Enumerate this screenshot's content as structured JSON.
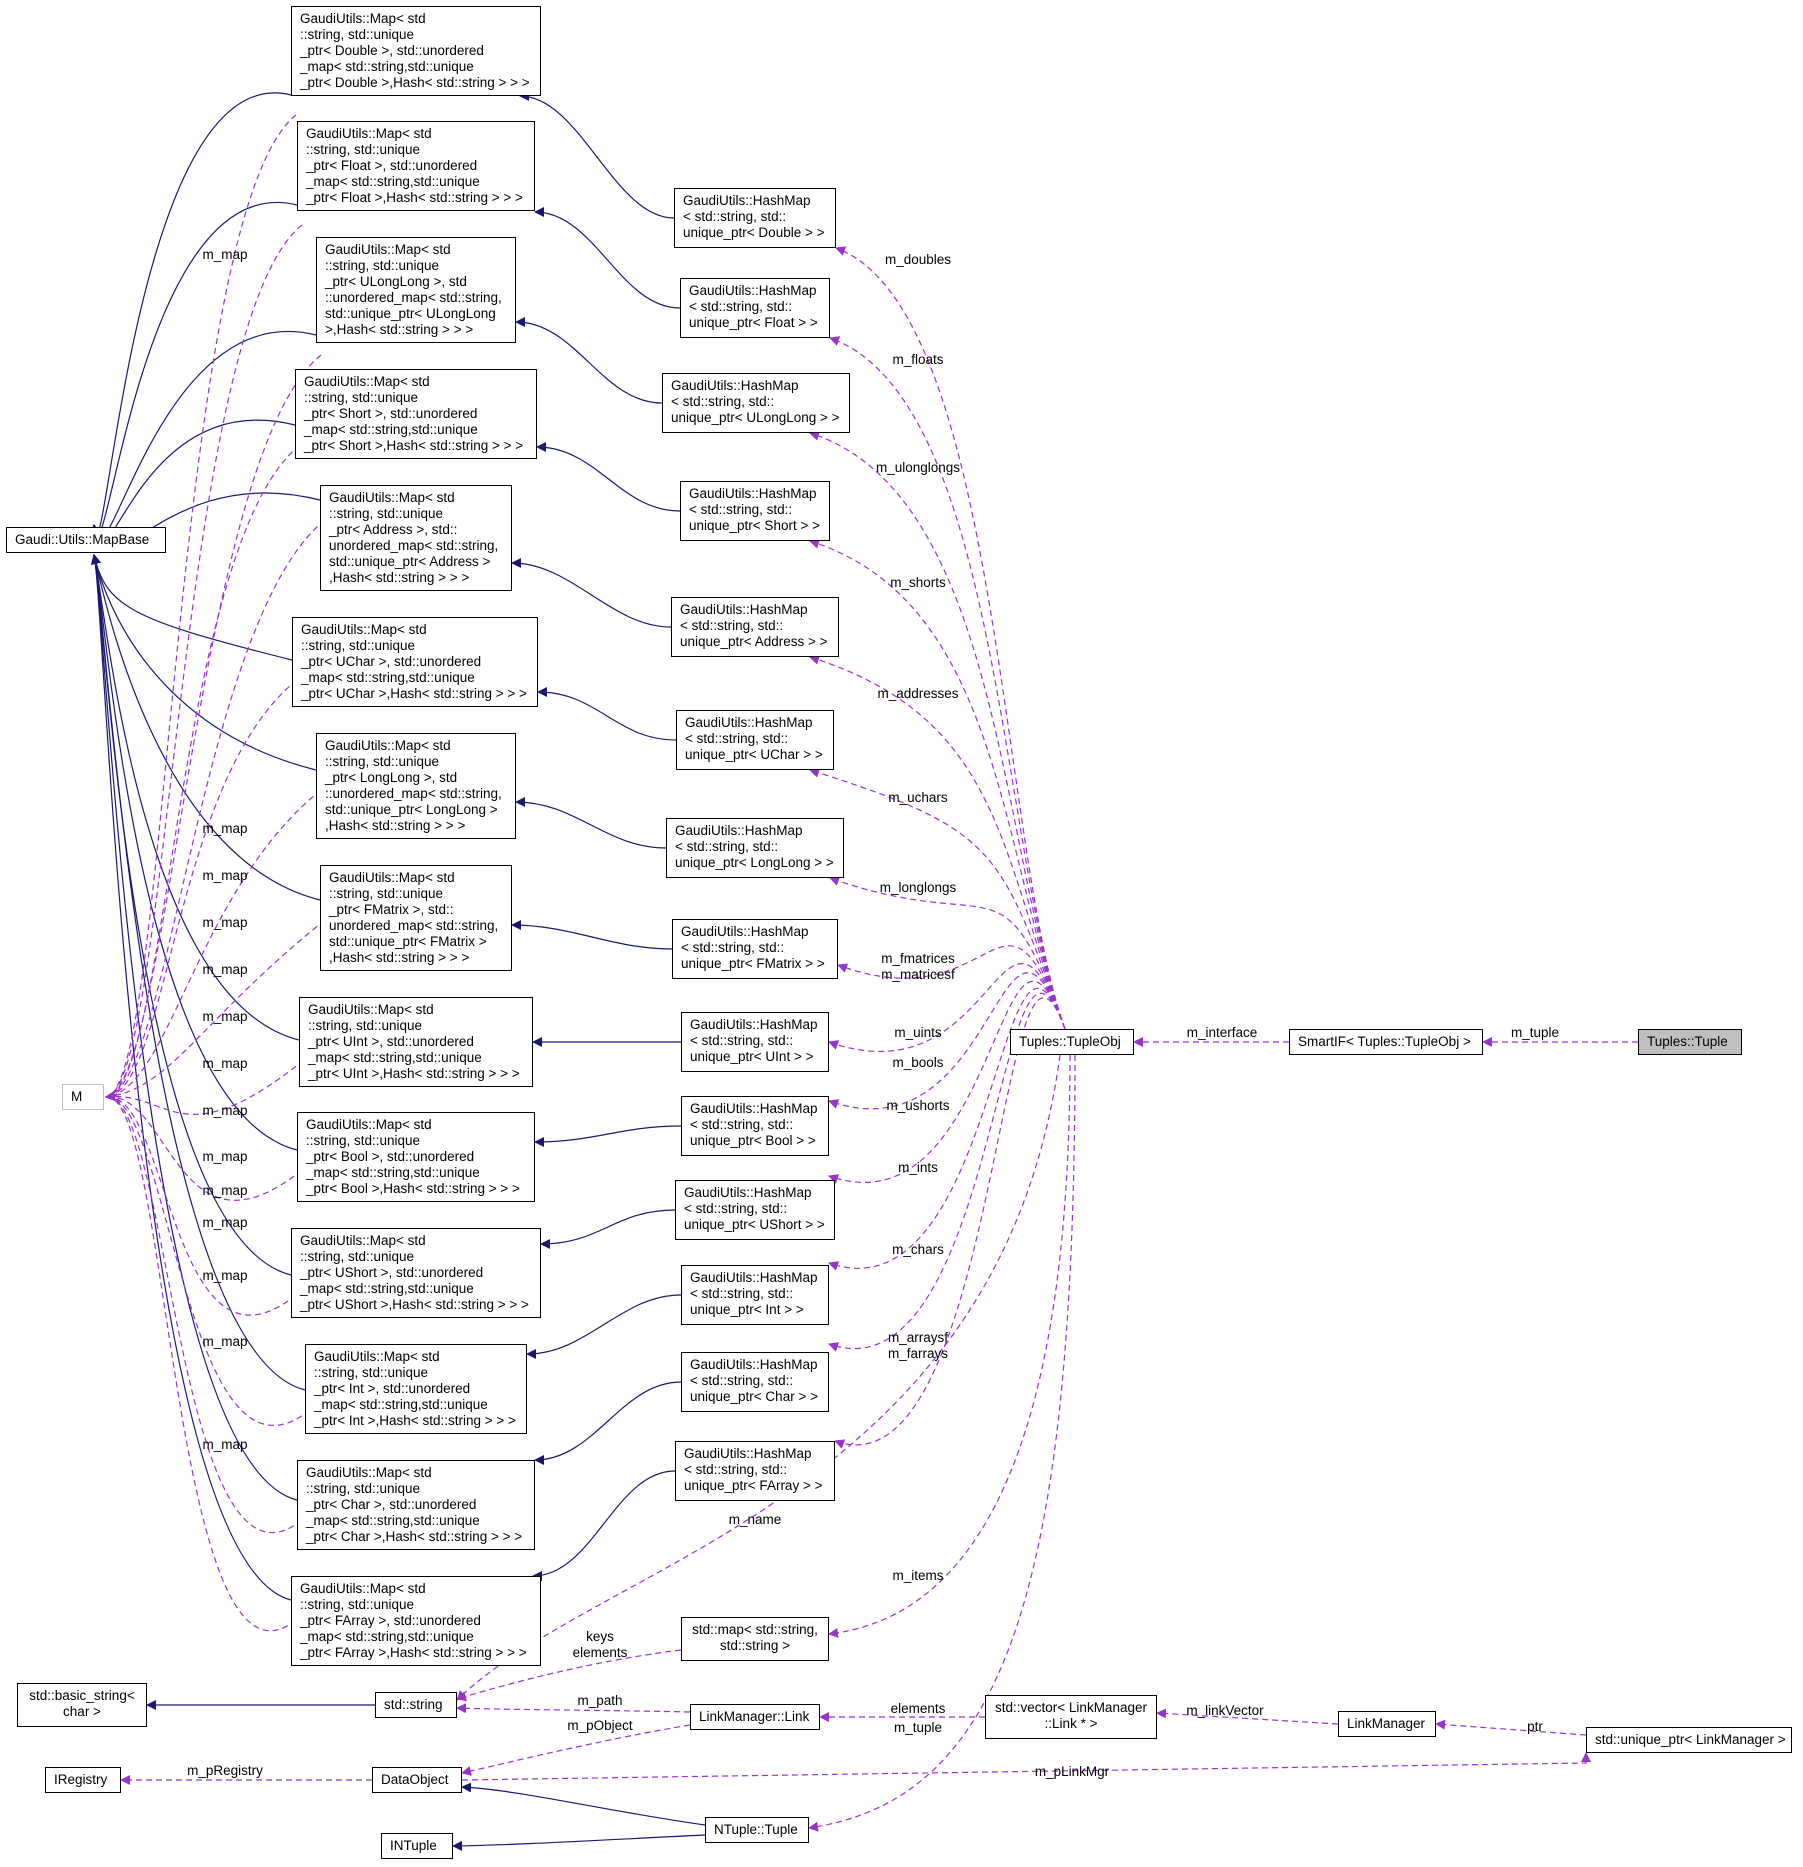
{
  "nodes": {
    "mapbase": "Gaudi::Utils::MapBase",
    "m": "M",
    "map_double": "GaudiUtils::Map< std\n::string, std::unique\n_ptr< Double >, std::unordered\n_map< std::string,std::unique\n_ptr< Double >,Hash< std::string > > >",
    "map_float": "GaudiUtils::Map< std\n::string, std::unique\n_ptr< Float >, std::unordered\n_map< std::string,std::unique\n_ptr< Float >,Hash< std::string > > >",
    "map_ulonglong": "GaudiUtils::Map< std\n::string, std::unique\n_ptr< ULongLong >, std\n::unordered_map< std::string,\nstd::unique_ptr< ULongLong\n>,Hash< std::string > > >",
    "map_short": "GaudiUtils::Map< std\n::string, std::unique\n_ptr< Short >, std::unordered\n_map< std::string,std::unique\n_ptr< Short >,Hash< std::string > > >",
    "map_address": "GaudiUtils::Map< std\n::string, std::unique\n_ptr< Address >, std::\nunordered_map< std::string,\nstd::unique_ptr< Address >\n,Hash< std::string > > >",
    "map_uchar": "GaudiUtils::Map< std\n::string, std::unique\n_ptr< UChar >, std::unordered\n_map< std::string,std::unique\n_ptr< UChar >,Hash< std::string > > >",
    "map_longlong": "GaudiUtils::Map< std\n::string, std::unique\n_ptr< LongLong >, std\n::unordered_map< std::string,\nstd::unique_ptr< LongLong >\n,Hash< std::string > > >",
    "map_fmatrix": "GaudiUtils::Map< std\n::string, std::unique\n_ptr< FMatrix >, std::\nunordered_map< std::string,\nstd::unique_ptr< FMatrix >\n,Hash< std::string > > >",
    "map_uint": "GaudiUtils::Map< std\n::string, std::unique\n_ptr< UInt >, std::unordered\n_map< std::string,std::unique\n_ptr< UInt >,Hash< std::string > > >",
    "map_bool": "GaudiUtils::Map< std\n::string, std::unique\n_ptr< Bool >, std::unordered\n_map< std::string,std::unique\n_ptr< Bool >,Hash< std::string > > >",
    "map_ushort": "GaudiUtils::Map< std\n::string, std::unique\n_ptr< UShort >, std::unordered\n_map< std::string,std::unique\n_ptr< UShort >,Hash< std::string > > >",
    "map_int": "GaudiUtils::Map< std\n::string, std::unique\n_ptr< Int >, std::unordered\n_map< std::string,std::unique\n_ptr< Int >,Hash< std::string > > >",
    "map_char": "GaudiUtils::Map< std\n::string, std::unique\n_ptr< Char >, std::unordered\n_map< std::string,std::unique\n_ptr< Char >,Hash< std::string > > >",
    "map_farray": "GaudiUtils::Map< std\n::string, std::unique\n_ptr< FArray >, std::unordered\n_map< std::string,std::unique\n_ptr< FArray >,Hash< std::string > > >",
    "hm_double": "GaudiUtils::HashMap\n< std::string, std::\nunique_ptr< Double > >",
    "hm_float": "GaudiUtils::HashMap\n< std::string, std::\nunique_ptr< Float > >",
    "hm_ulonglong": "GaudiUtils::HashMap\n< std::string, std::\nunique_ptr< ULongLong > >",
    "hm_short": "GaudiUtils::HashMap\n< std::string, std::\nunique_ptr< Short > >",
    "hm_address": "GaudiUtils::HashMap\n< std::string, std::\nunique_ptr< Address > >",
    "hm_uchar": "GaudiUtils::HashMap\n< std::string, std::\nunique_ptr< UChar > >",
    "hm_longlong": "GaudiUtils::HashMap\n< std::string, std::\nunique_ptr< LongLong > >",
    "hm_fmatrix": "GaudiUtils::HashMap\n< std::string, std::\nunique_ptr< FMatrix > >",
    "hm_uint": "GaudiUtils::HashMap\n< std::string, std::\nunique_ptr< UInt > >",
    "hm_bool": "GaudiUtils::HashMap\n< std::string, std::\nunique_ptr< Bool > >",
    "hm_ushort": "GaudiUtils::HashMap\n< std::string, std::\nunique_ptr< UShort > >",
    "hm_int": "GaudiUtils::HashMap\n< std::string, std::\nunique_ptr< Int > >",
    "hm_char": "GaudiUtils::HashMap\n< std::string, std::\nunique_ptr< Char > >",
    "hm_farray": "GaudiUtils::HashMap\n< std::string, std::\nunique_ptr< FArray > >",
    "stdmap": "std::map< std::string,\nstd::string >",
    "basic_string": "std::basic_string<\nchar >",
    "string": "std::string",
    "lm_link": "LinkManager::Link",
    "vec_link": "std::vector< LinkManager\n::Link * >",
    "linkmanager": "LinkManager",
    "uptr_lm": "std::unique_ptr< LinkManager >",
    "iregistry": "IRegistry",
    "dataobject": "DataObject",
    "inTuple": "INTuple",
    "ntuple": "NTuple::Tuple",
    "tupleobj": "Tuples::TupleObj",
    "smartif": "SmartIF< Tuples::TupleObj >",
    "tuple": "Tuples::Tuple"
  },
  "edge_labels": {
    "m_map": "m_map",
    "m_doubles": "m_doubles",
    "m_floats": "m_floats",
    "m_ulonglongs": "m_ulonglongs",
    "m_shorts": "m_shorts",
    "m_addresses": "m_addresses",
    "m_uchars": "m_uchars",
    "m_longlongs": "m_longlongs",
    "m_fmatrices": "m_fmatrices\nm_matricesf",
    "m_uints": "m_uints",
    "m_bools": "m_bools",
    "m_ushorts": "m_ushorts",
    "m_ints": "m_ints",
    "m_chars": "m_chars",
    "m_arrays": "m_arraysf\nm_farrays",
    "m_name": "m_name",
    "m_items": "m_items",
    "keys": "keys\nelements",
    "m_path": "m_path",
    "m_pObject": "m_pObject",
    "elements": "elements",
    "m_tuple_ntuple": "m_tuple",
    "m_linkVector": "m_linkVector",
    "ptr": "ptr",
    "m_pRegistry": "m_pRegistry",
    "m_pLinkMgr": "m_pLinkMgr",
    "m_interface": "m_interface",
    "m_tuple": "m_tuple"
  },
  "colors": {
    "inheritance": "#191970",
    "usage": "#9a32cd",
    "selected_fill": "#bfbfbf",
    "grey_border": "#bfbfbf"
  }
}
